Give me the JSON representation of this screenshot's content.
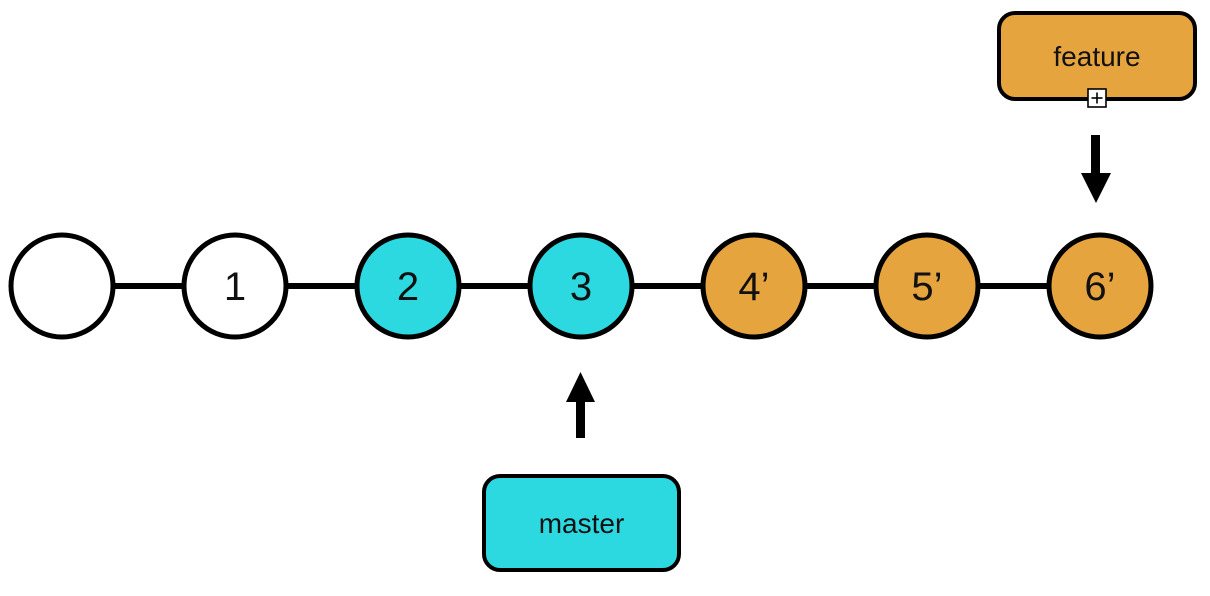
{
  "colors": {
    "white": "#ffffff",
    "cyan": "#2cd9e0",
    "orange": "#e6a43e",
    "stroke": "#000000"
  },
  "commits": [
    {
      "label": "",
      "color": "white"
    },
    {
      "label": "1",
      "color": "white"
    },
    {
      "label": "2",
      "color": "cyan"
    },
    {
      "label": "3",
      "color": "cyan"
    },
    {
      "label": "4’",
      "color": "orange"
    },
    {
      "label": "5’",
      "color": "orange"
    },
    {
      "label": "6’",
      "color": "orange"
    }
  ],
  "branches": {
    "master": {
      "label": "master",
      "points_to": "3",
      "color": "cyan"
    },
    "feature": {
      "label": "feature",
      "points_to": "6’",
      "color": "orange"
    }
  },
  "icons": {
    "anchor": "plus-square-icon"
  }
}
